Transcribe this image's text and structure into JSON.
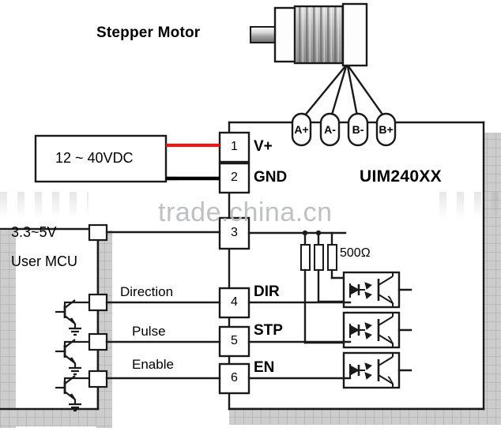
{
  "diagram": {
    "title": "Stepper Motor",
    "driver_model": "UIM240XX",
    "power_supply_label": "12 ~ 40VDC",
    "mcu_voltage_label": "3.3~5V",
    "mcu_label": "User MCU",
    "resistor_label": "500Ω"
  },
  "motor": {
    "name": "Stepper Motor",
    "phase_terminals": [
      {
        "label": "A+"
      },
      {
        "label": "A-"
      },
      {
        "label": "B-"
      },
      {
        "label": "B+"
      }
    ]
  },
  "terminals": [
    {
      "number": "1",
      "name": "V+"
    },
    {
      "number": "2",
      "name": "GND"
    },
    {
      "number": "3",
      "name": ""
    },
    {
      "number": "4",
      "name": "DIR"
    },
    {
      "number": "5",
      "name": "STP"
    },
    {
      "number": "6",
      "name": "EN"
    }
  ],
  "signals": [
    {
      "label": "Direction"
    },
    {
      "label": "Pulse"
    },
    {
      "label": "Enable"
    }
  ],
  "wires": [
    {
      "name": "v-plus-wire",
      "color": "#e01b1b"
    },
    {
      "name": "gnd-wire",
      "color": "#000000"
    }
  ],
  "watermark": {
    "text": "trade.china.cn"
  },
  "colors": {
    "line": "#1a1a1a",
    "power_positive": "#e01b1b",
    "power_negative": "#000000",
    "shadow": "#b0b0b0",
    "motor_body": "#9a9a9a",
    "watermark": "#b9bcc0"
  }
}
